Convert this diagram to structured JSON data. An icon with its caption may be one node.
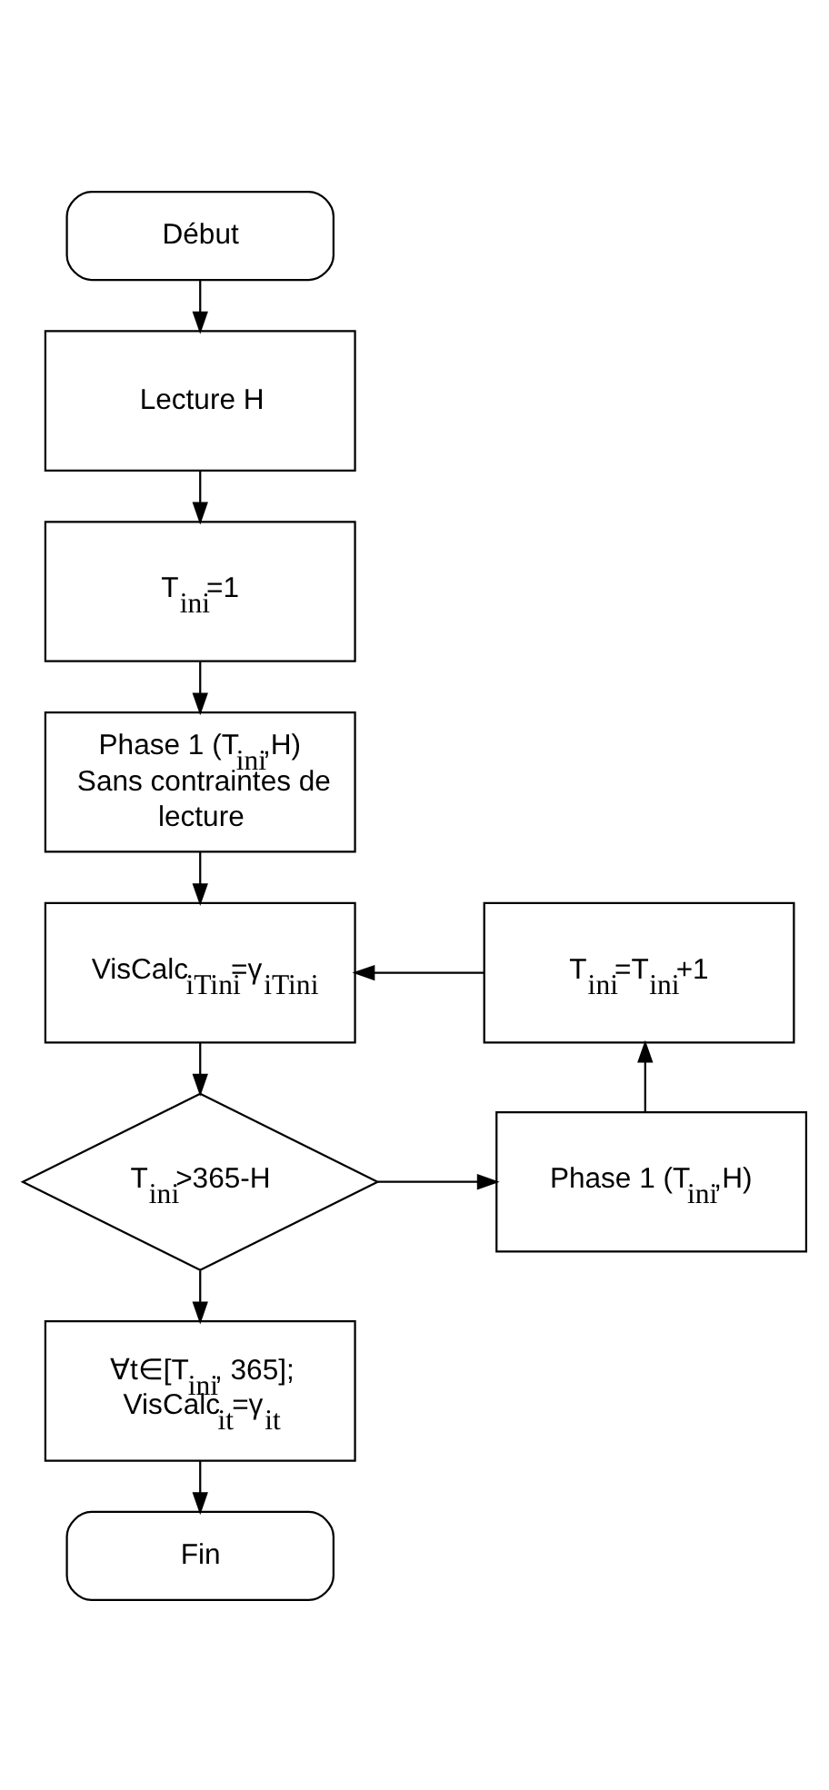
{
  "diagram": {
    "nodes": [
      {
        "text": [
          "Début"
        ]
      },
      {
        "text": [
          "Lecture H"
        ]
      },
      {
        "text": [
          "T$_{ini}$=1"
        ]
      },
      {
        "text": [
          "Phase 1 (T$_{ini}$,H) Sans contraintes de lecture"
        ]
      },
      {
        "text": [
          "VisCalc$_{iTini}$=γ$_{iTini}$"
        ]
      },
      {
        "text": [
          "T$_{ini}$=T$_{ini}$+1"
        ]
      },
      {
        "text": [
          "T$_{ini}$>365-H"
        ]
      },
      {
        "text": [
          "Phase 1 (T$_{ini}$,H)"
        ]
      },
      {
        "text": [
          "∀t∈[T$_{ini}$, 365]; VisCalc$_{it}$=γ$_{it}$"
        ]
      },
      {
        "text": [
          "Fin"
        ]
      }
    ],
    "edges": [
      {
        "from": 0,
        "to": 1,
        "arrow": "to"
      },
      {
        "from": 1,
        "to": 2,
        "arrow": "to"
      },
      {
        "from": 2,
        "to": 3,
        "arrow": "to"
      },
      {
        "from": 3,
        "to": 4,
        "arrow": "to"
      },
      {
        "from": 5,
        "to": 4,
        "arrow": "to"
      },
      {
        "from": 4,
        "to": 6,
        "arrow": "to"
      },
      {
        "from": 6,
        "to": 7,
        "arrow": "to"
      },
      {
        "from": 7,
        "to": 5,
        "arrow": "to"
      },
      {
        "from": 6,
        "to": 8,
        "arrow": "to"
      },
      {
        "from": 8,
        "to": 9,
        "arrow": "to"
      }
    ]
  }
}
